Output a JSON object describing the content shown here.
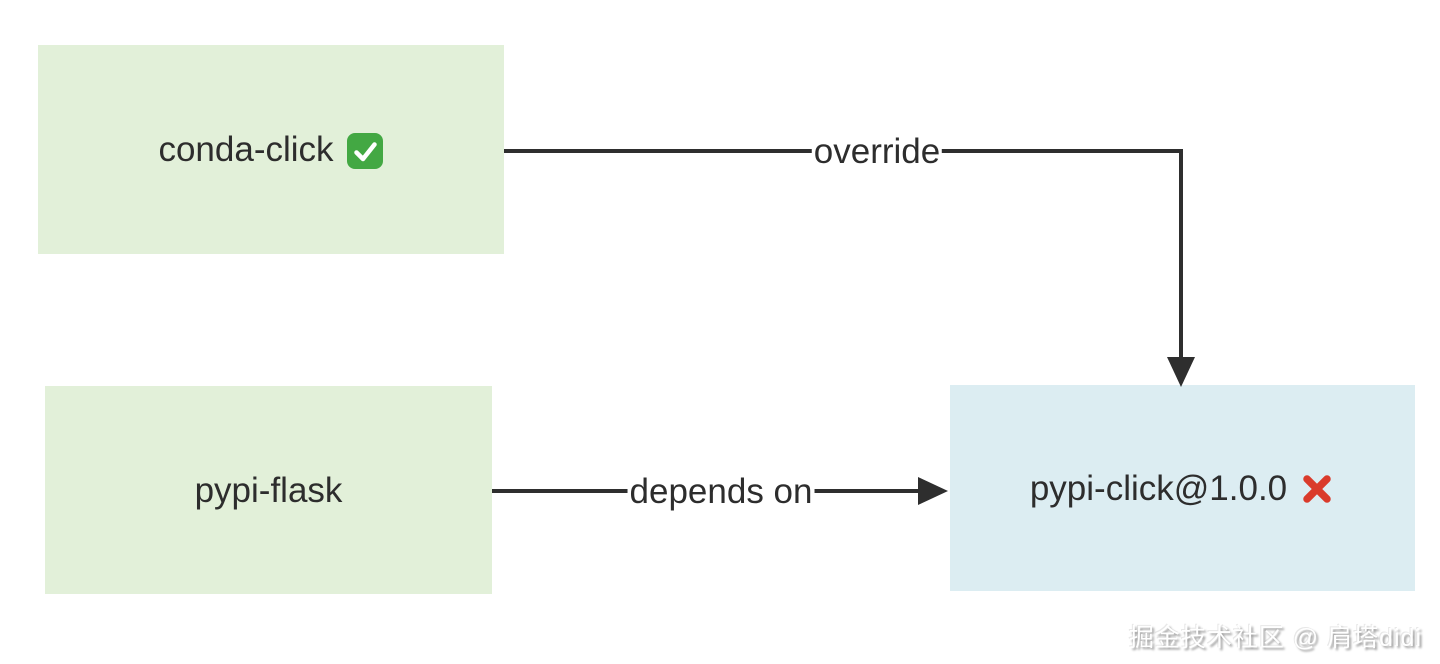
{
  "nodes": {
    "conda_click": {
      "label": "conda-click",
      "status_icon": "check-icon",
      "status": "resolved"
    },
    "pypi_flask": {
      "label": "pypi-flask"
    },
    "pypi_click": {
      "label": "pypi-click@1.0.0",
      "status_icon": "cross-icon",
      "status": "conflict"
    }
  },
  "edges": {
    "override": {
      "from": "conda-click",
      "to": "pypi-click@1.0.0",
      "label": "override"
    },
    "depends_on": {
      "from": "pypi-flask",
      "to": "pypi-click@1.0.0",
      "label": "depends on"
    }
  },
  "watermark": {
    "text": "掘金技术社区 @ 肩塔didi"
  },
  "colors": {
    "node_green": "#e2f0d9",
    "node_blue": "#dcedf2",
    "line": "#2e2e2e",
    "node_text": "#2d2d2d",
    "check_green": "#43a843",
    "cross_red": "#da3b2b",
    "background": "#ffffff"
  }
}
